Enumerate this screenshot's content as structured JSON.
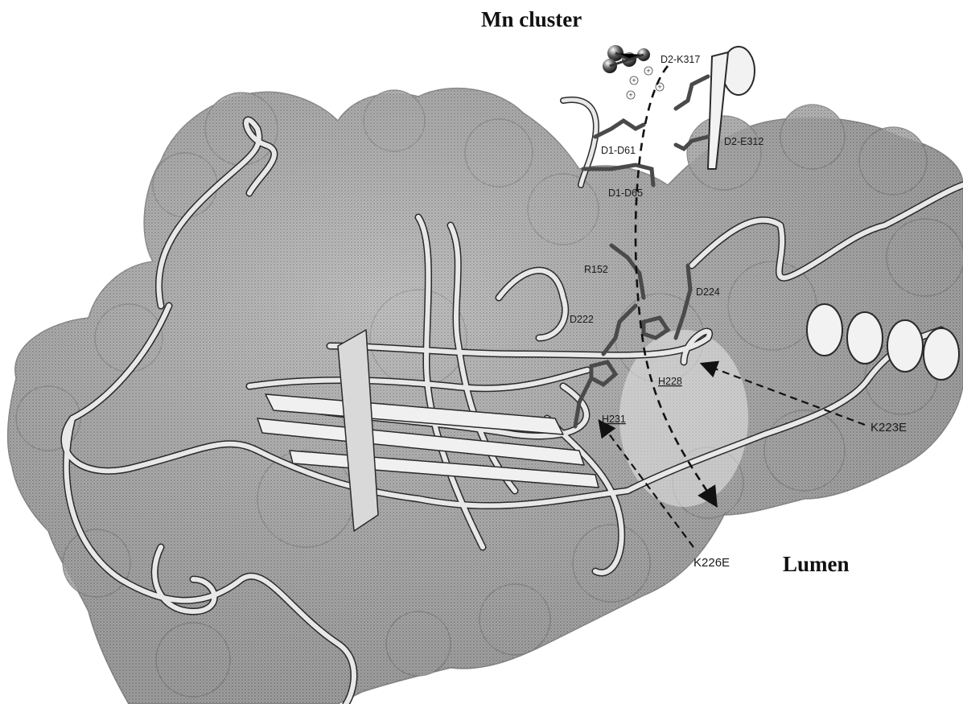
{
  "figure": {
    "region_labels": {
      "mn_cluster": "Mn cluster",
      "lumen": "Lumen"
    },
    "residue_labels": {
      "d2_k317": "D2-K317",
      "d2_e312": "D2-E312",
      "d1_d61": "D1-D61",
      "d1_d65": "D1-D65",
      "r152": "R152",
      "d224": "D224",
      "d222": "D222",
      "h228": "H228",
      "h231": "H231"
    },
    "mutation_labels": {
      "k223e": "K223E",
      "k226e": "K226E"
    },
    "charge_symbol": "+",
    "colors": {
      "surface": "#a9a9a9",
      "surface_dark": "#7d7d7d",
      "ribbon": "#e6e6e6",
      "stick": "#4a4a4a",
      "text": "#111111"
    }
  }
}
